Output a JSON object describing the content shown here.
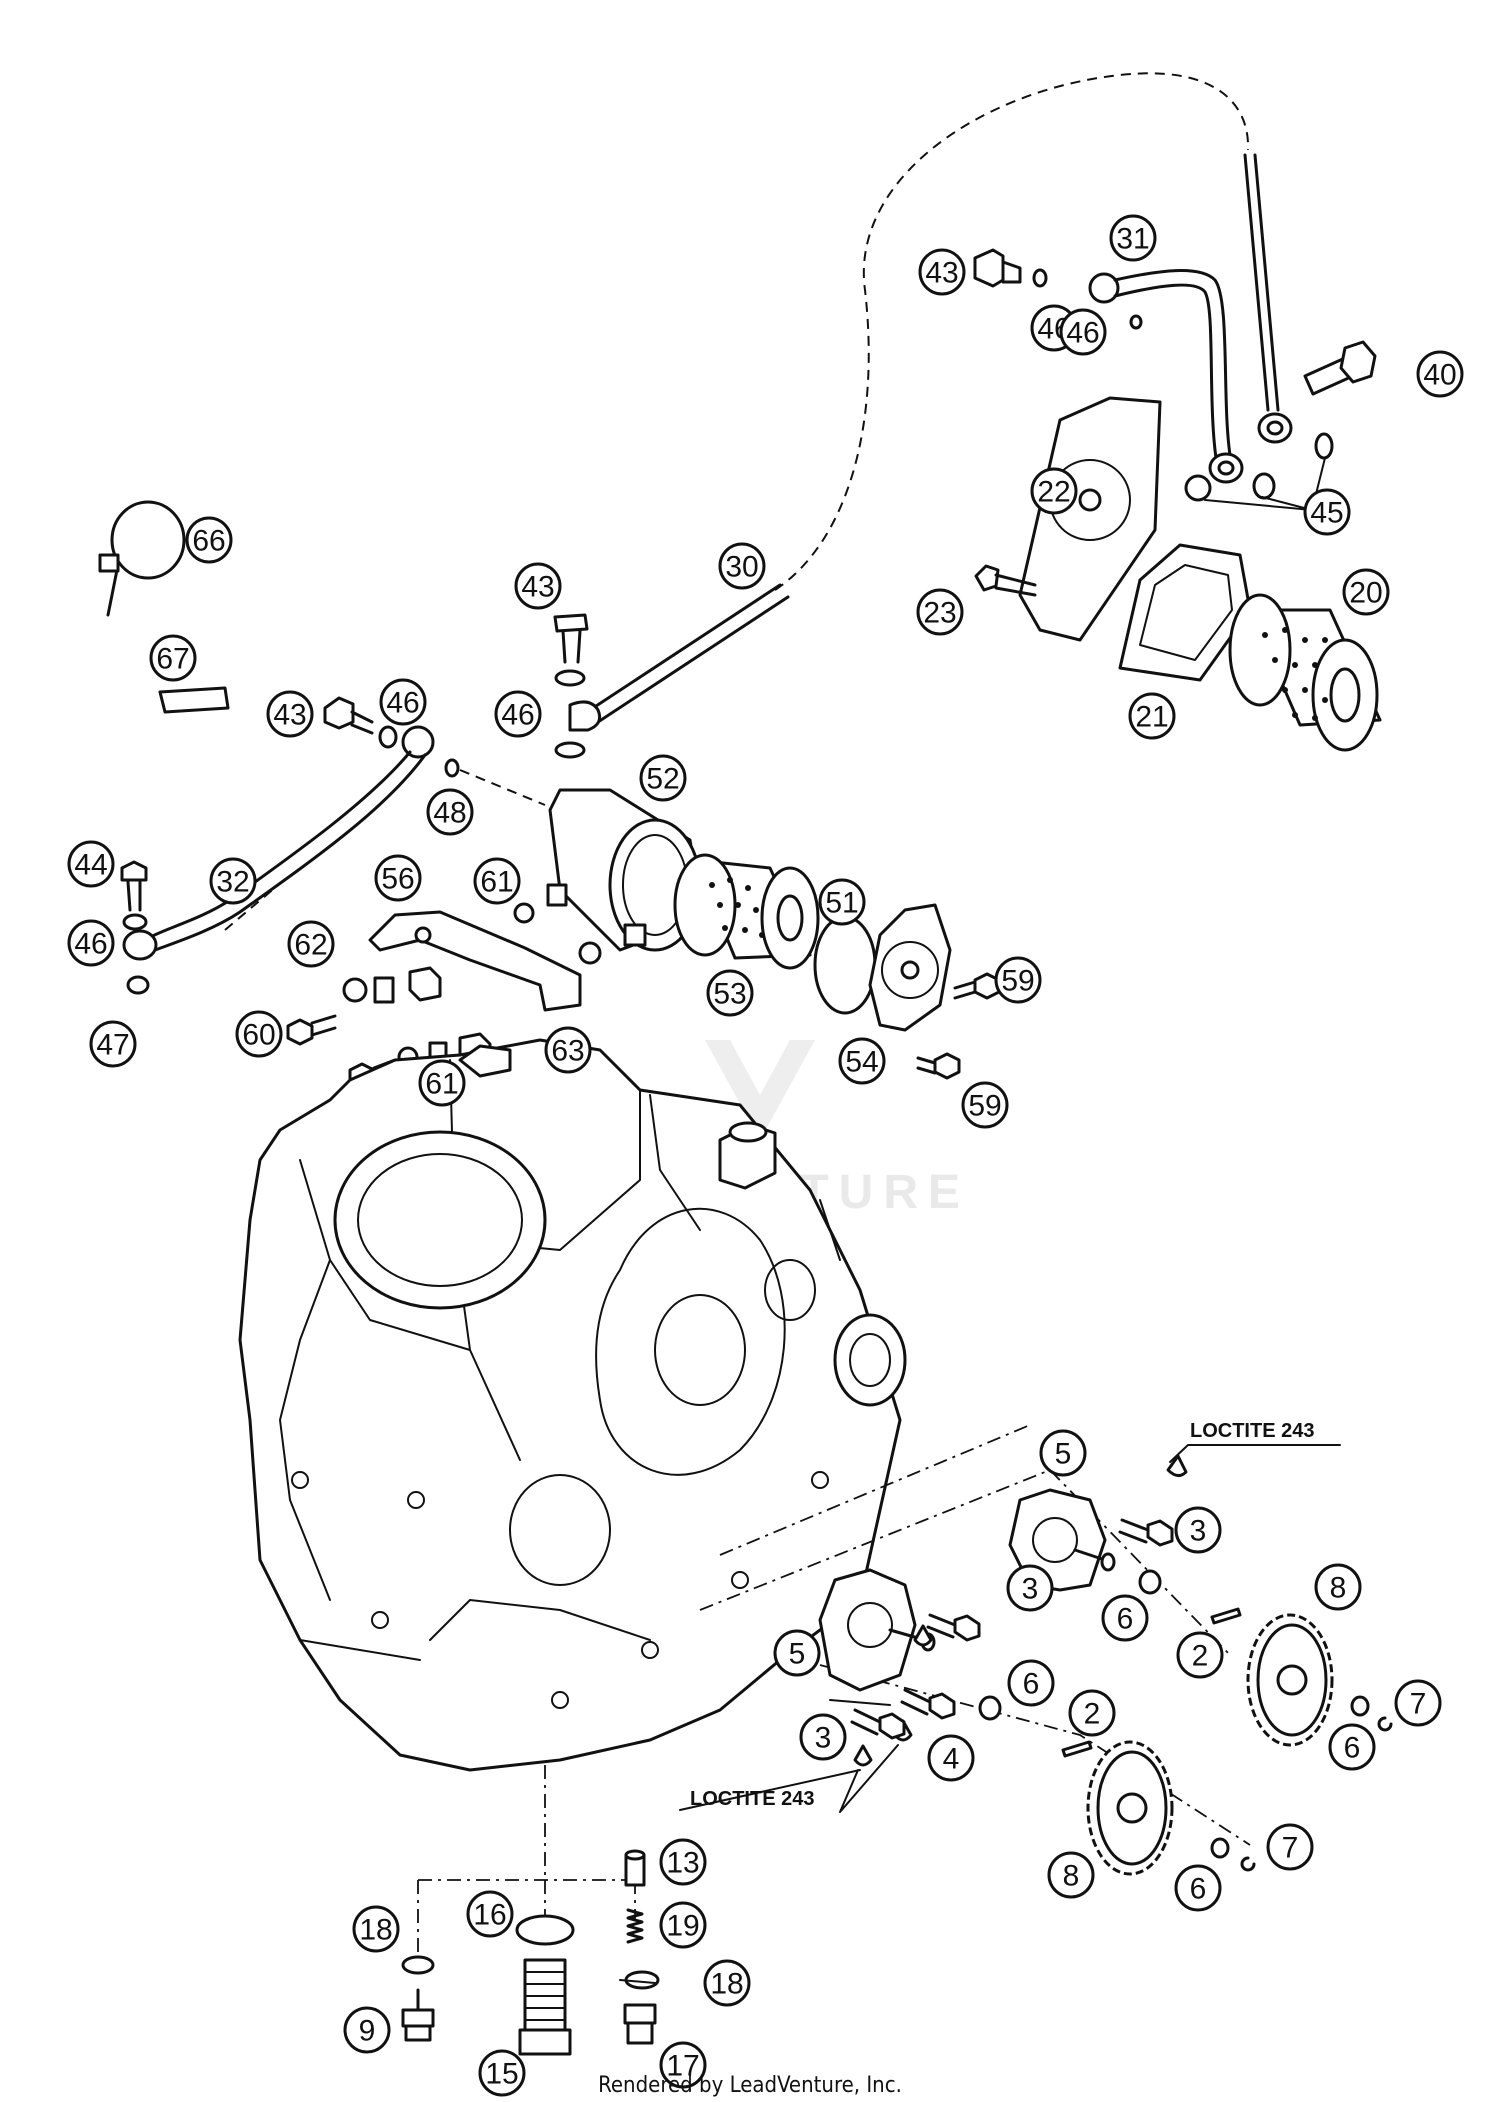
{
  "callouts": [
    {
      "id": "c43a",
      "label": "43"
    },
    {
      "id": "c31",
      "label": "31"
    },
    {
      "id": "c46a",
      "label": "46"
    },
    {
      "id": "c46b",
      "label": "46"
    },
    {
      "id": "c40",
      "label": "40"
    },
    {
      "id": "c45",
      "label": "45"
    },
    {
      "id": "c22",
      "label": "22"
    },
    {
      "id": "c23",
      "label": "23"
    },
    {
      "id": "c20",
      "label": "20"
    },
    {
      "id": "c21",
      "label": "21"
    },
    {
      "id": "c66",
      "label": "66"
    },
    {
      "id": "c30",
      "label": "30"
    },
    {
      "id": "c43b",
      "label": "43"
    },
    {
      "id": "c67",
      "label": "67"
    },
    {
      "id": "c43c",
      "label": "43"
    },
    {
      "id": "c46c",
      "label": "46"
    },
    {
      "id": "c46d",
      "label": "46"
    },
    {
      "id": "c52",
      "label": "52"
    },
    {
      "id": "c48",
      "label": "48"
    },
    {
      "id": "c44",
      "label": "44"
    },
    {
      "id": "c32",
      "label": "32"
    },
    {
      "id": "c56",
      "label": "56"
    },
    {
      "id": "c61a",
      "label": "61"
    },
    {
      "id": "c51",
      "label": "51"
    },
    {
      "id": "c46e",
      "label": "46"
    },
    {
      "id": "c62",
      "label": "62"
    },
    {
      "id": "c53",
      "label": "53"
    },
    {
      "id": "c59a",
      "label": "59"
    },
    {
      "id": "c47",
      "label": "47"
    },
    {
      "id": "c60",
      "label": "60"
    },
    {
      "id": "c63",
      "label": "63"
    },
    {
      "id": "c61b",
      "label": "61"
    },
    {
      "id": "c54",
      "label": "54"
    },
    {
      "id": "c59b",
      "label": "59"
    },
    {
      "id": "c5a",
      "label": "5"
    },
    {
      "id": "c3a",
      "label": "3"
    },
    {
      "id": "c8a",
      "label": "8"
    },
    {
      "id": "c6a",
      "label": "6"
    },
    {
      "id": "c3b",
      "label": "3"
    },
    {
      "id": "c2a",
      "label": "2"
    },
    {
      "id": "c5b",
      "label": "5"
    },
    {
      "id": "c6b",
      "label": "6"
    },
    {
      "id": "c7a",
      "label": "7"
    },
    {
      "id": "c6c",
      "label": "6"
    },
    {
      "id": "c2b",
      "label": "2"
    },
    {
      "id": "c3c",
      "label": "3"
    },
    {
      "id": "c4",
      "label": "4"
    },
    {
      "id": "c7b",
      "label": "7"
    },
    {
      "id": "c8b",
      "label": "8"
    },
    {
      "id": "c6d",
      "label": "6"
    },
    {
      "id": "c13",
      "label": "13"
    },
    {
      "id": "c18a",
      "label": "18"
    },
    {
      "id": "c16",
      "label": "16"
    },
    {
      "id": "c19",
      "label": "19"
    },
    {
      "id": "c18b",
      "label": "18"
    },
    {
      "id": "c9",
      "label": "9"
    },
    {
      "id": "c15",
      "label": "15"
    },
    {
      "id": "c17",
      "label": "17"
    }
  ],
  "notes": {
    "loctite_top": "LOCTITE 243",
    "loctite_bottom": "LOCTITE 243"
  },
  "watermark": "LEADVENTURE",
  "footer": "Rendered by LeadVenture, Inc."
}
